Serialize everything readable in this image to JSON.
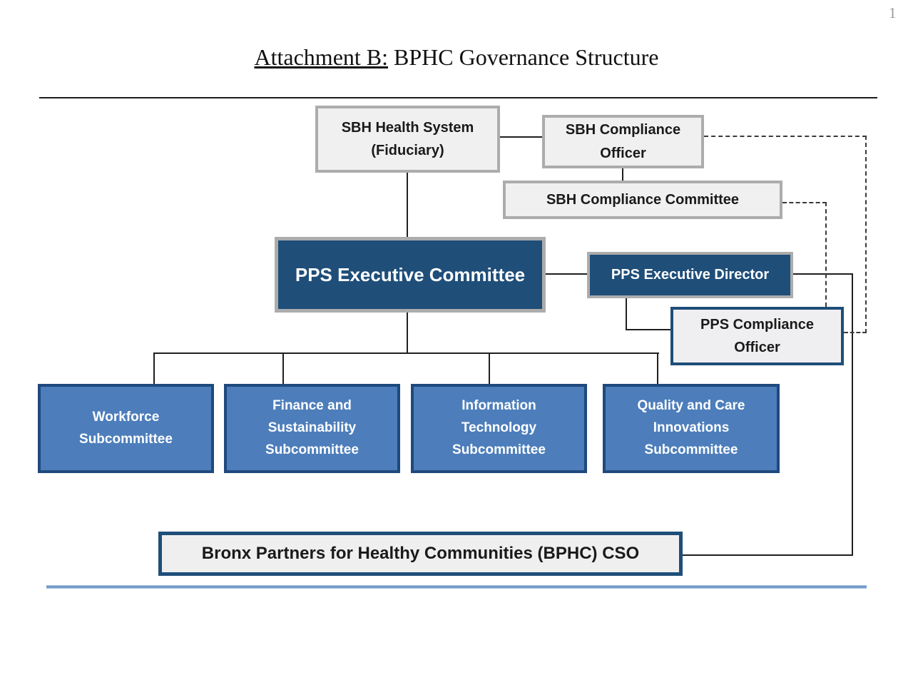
{
  "page": {
    "slide_number": "1",
    "title": {
      "underlined": "Attachment B:",
      "rest": " BPHC Governance Structure"
    }
  },
  "colors": {
    "dark_navy_fill": "#1F4E79",
    "medium_blue_fill": "#4D7EBB",
    "navy_border": "#1F497D",
    "light_gray_fill": "#F0F0F0",
    "gray_border": "#ACACAC",
    "connector_line": "#1F1F1F",
    "bottom_rule_blue": "#7DA3CF"
  },
  "nodes": {
    "sbh_health_system": {
      "lines": [
        "SBH Health System",
        "(Fiduciary)"
      ]
    },
    "sbh_compliance_officer": {
      "lines": [
        "SBH Compliance",
        "Officer"
      ]
    },
    "sbh_compliance_committee": {
      "lines": [
        "SBH Compliance Committee"
      ]
    },
    "pps_executive_committee": {
      "lines": [
        "PPS Executive Committee"
      ]
    },
    "pps_executive_director": {
      "lines": [
        "PPS Executive Director"
      ]
    },
    "pps_compliance_officer": {
      "lines": [
        "PPS Compliance",
        "Officer"
      ]
    },
    "workforce_subcommittee": {
      "lines": [
        "Workforce",
        "Subcommittee"
      ]
    },
    "finance_subcommittee": {
      "lines": [
        "Finance and",
        "Sustainability",
        "Subcommittee"
      ]
    },
    "it_subcommittee": {
      "lines": [
        "Information",
        "Technology",
        "Subcommittee"
      ]
    },
    "quality_subcommittee": {
      "lines": [
        "Quality and Care",
        "Innovations",
        "Subcommittee"
      ]
    },
    "bphc_cso": {
      "lines": [
        "Bronx Partners for Healthy Communities (BPHC) CSO"
      ]
    }
  }
}
